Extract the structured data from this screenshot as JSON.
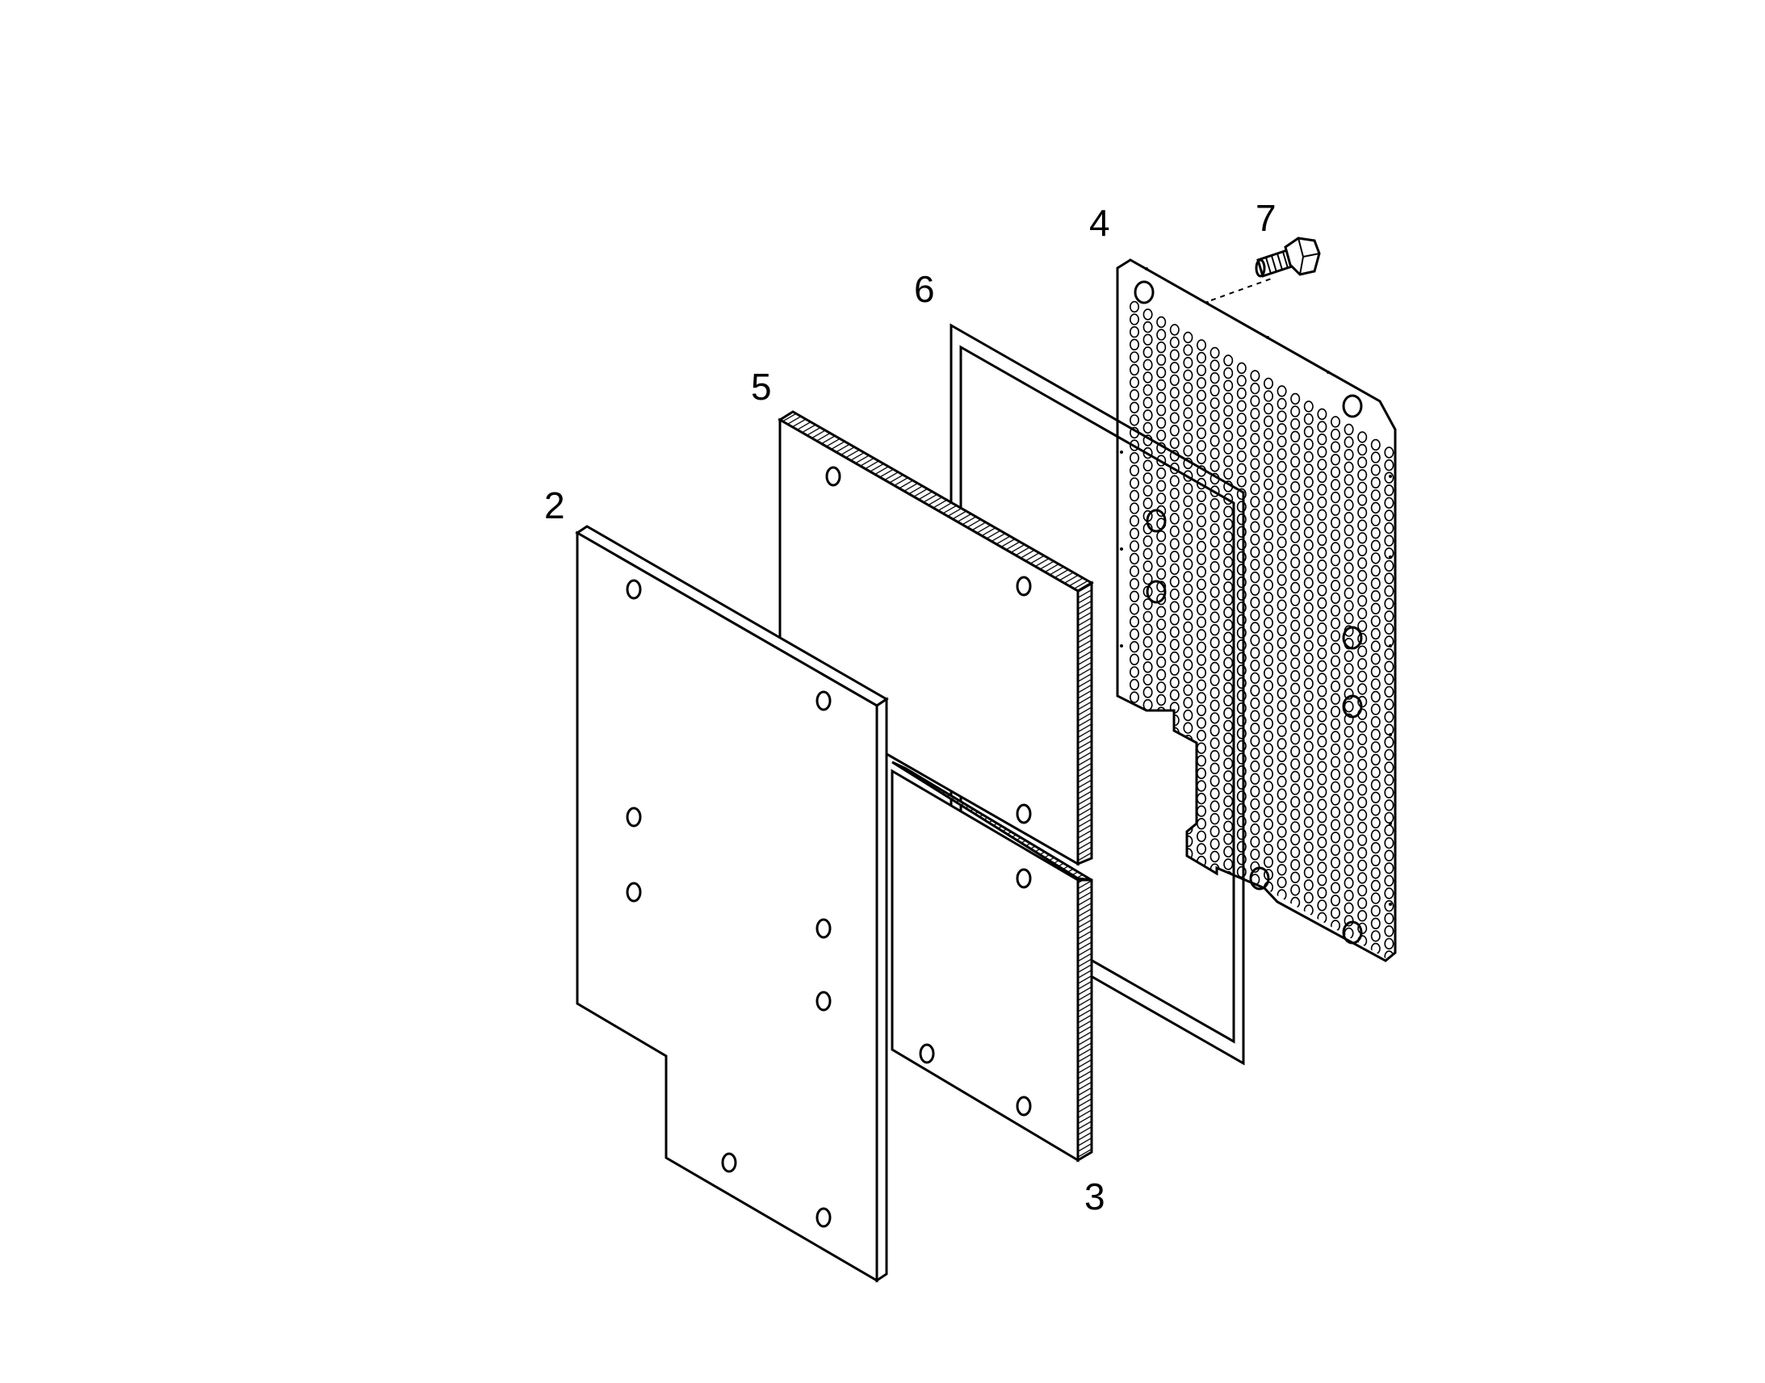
{
  "diagram": {
    "callouts": {
      "part2": "2",
      "part3": "3",
      "part4": "4",
      "part5": "5",
      "part6": "6",
      "part7": "7"
    }
  },
  "colors": {
    "line": "#000000",
    "background": "#ffffff",
    "edge_fill": "#c8c8c8"
  }
}
